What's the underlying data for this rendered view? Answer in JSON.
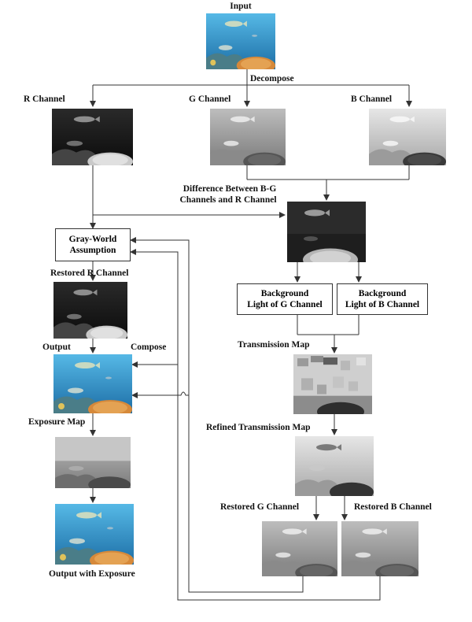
{
  "labels": {
    "input": "Input",
    "decompose": "Decompose",
    "r_channel": "R Channel",
    "g_channel": "G Channel",
    "b_channel": "B Channel",
    "difference_line1": "Difference Between B-G",
    "difference_line2": "Channels and R Channel",
    "restored_r": "Restored R Channel",
    "output": "Output",
    "compose": "Compose",
    "transmission_map": "Transmission Map",
    "refined_transmission_map": "Refined Transmission Map",
    "exposure_map": "Exposure Map",
    "output_with_exposure": "Output with Exposure",
    "restored_g": "Restored G Channel",
    "restored_b": "Restored B Channel"
  },
  "boxes": {
    "gray_world_line1": "Gray-World",
    "gray_world_line2": "Assumption",
    "bg_g_line1": "Background",
    "bg_g_line2": "Light of G Channel",
    "bg_b_line1": "Background",
    "bg_b_line2": "Light of B Channel"
  },
  "colors": {
    "water_top": "#4fb3e0",
    "water_bottom": "#1f6fa8",
    "coral": "#d9893a",
    "line": "#333333"
  }
}
